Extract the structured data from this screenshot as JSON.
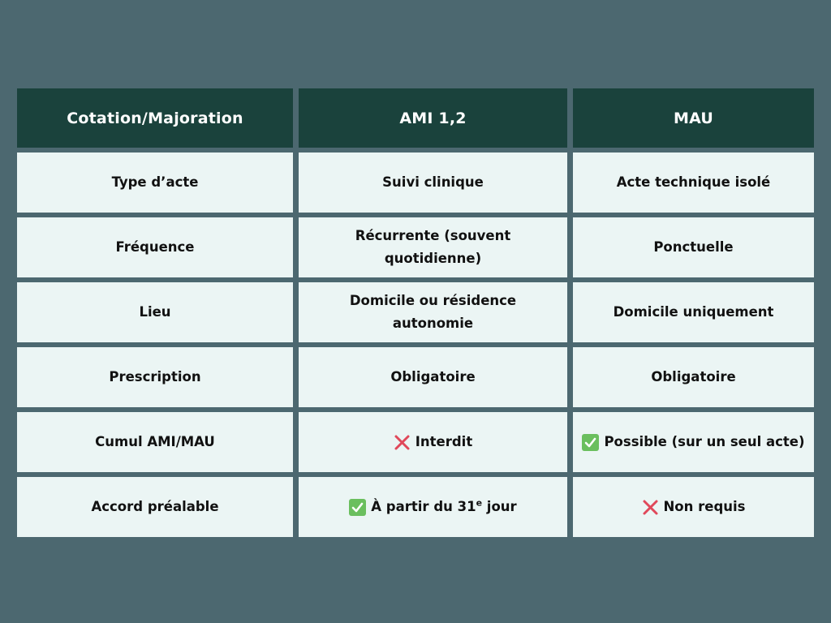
{
  "colors": {
    "background": "#4c6870",
    "header_bg": "#1a423c",
    "header_text": "#ffffff",
    "cell_bg": "#ebf5f4",
    "cell_text": "#111111",
    "check": "#6abf5e",
    "cross": "#e0485a"
  },
  "table": {
    "headers": [
      "Cotation/Majoration",
      "AMI 1,2",
      "MAU"
    ],
    "rows": [
      {
        "label": "Type d’acte",
        "ami": {
          "text": "Suivi clinique",
          "icon": null
        },
        "mau": {
          "text": "Acte technique isolé",
          "icon": null
        }
      },
      {
        "label": "Fréquence",
        "ami": {
          "text": "Récurrente (souvent quotidienne)",
          "icon": null
        },
        "mau": {
          "text": "Ponctuelle",
          "icon": null
        }
      },
      {
        "label": "Lieu",
        "ami": {
          "text": "Domicile ou résidence autonomie",
          "icon": null
        },
        "mau": {
          "text": "Domicile uniquement",
          "icon": null
        }
      },
      {
        "label": "Prescription",
        "ami": {
          "text": "Obligatoire",
          "icon": null
        },
        "mau": {
          "text": "Obligatoire",
          "icon": null
        }
      },
      {
        "label": "Cumul AMI/MAU",
        "ami": {
          "text": "Interdit",
          "icon": "cross-icon"
        },
        "mau": {
          "text": "Possible (sur un seul acte)",
          "icon": "check-icon"
        }
      },
      {
        "label": "Accord préalable",
        "ami": {
          "text_before": "À partir du 31",
          "sup": "e",
          "text_after": " jour",
          "icon": "check-icon"
        },
        "mau": {
          "text": "Non requis",
          "icon": "cross-icon"
        }
      }
    ]
  }
}
